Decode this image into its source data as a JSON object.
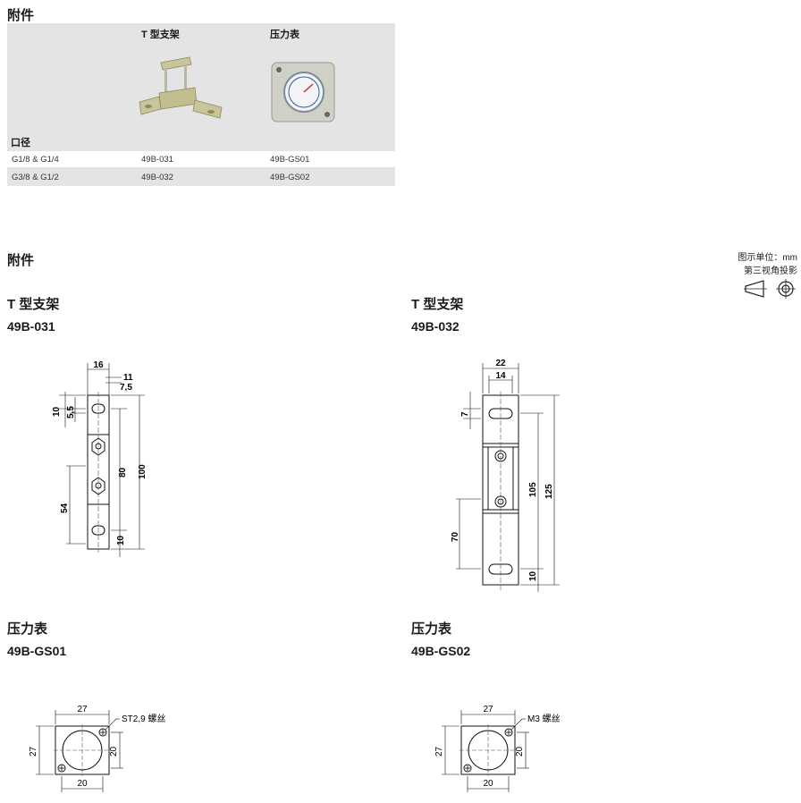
{
  "section_title": "附件",
  "table": {
    "columns": [
      "T 型支架",
      "压力表"
    ],
    "row_header": "口径",
    "rows": [
      {
        "size": "G1/8 & G1/4",
        "bracket": "49B-031",
        "gauge": "49B-GS01"
      },
      {
        "size": "G3/8 & G1/2",
        "bracket": "49B-032",
        "gauge": "49B-GS02"
      }
    ]
  },
  "drawings_title": "附件",
  "unit_note": "图示单位：mm",
  "projection_note": "第三视角投影",
  "parts": {
    "bracket_small": {
      "type": "T 型支架",
      "code": "49B-031",
      "dims": {
        "w": "16",
        "a": "11",
        "b": "7,5",
        "c": "10",
        "d": "5,5",
        "e": "80",
        "f": "100",
        "g": "54",
        "h": "10"
      }
    },
    "bracket_large": {
      "type": "T 型支架",
      "code": "49B-032",
      "dims": {
        "w": "22",
        "a": "14",
        "c": "7",
        "e": "105",
        "f": "125",
        "g": "70",
        "h": "10"
      }
    },
    "gauge_small": {
      "type": "压力表",
      "code": "49B-GS01",
      "dims": {
        "top": "27",
        "left": "27",
        "right": "20",
        "bottom": "20"
      },
      "screw": "ST2,9 螺丝"
    },
    "gauge_large": {
      "type": "压力表",
      "code": "49B-GS02",
      "dims": {
        "top": "27",
        "left": "27",
        "right": "20",
        "bottom": "20"
      },
      "screw": "M3 螺丝"
    }
  }
}
